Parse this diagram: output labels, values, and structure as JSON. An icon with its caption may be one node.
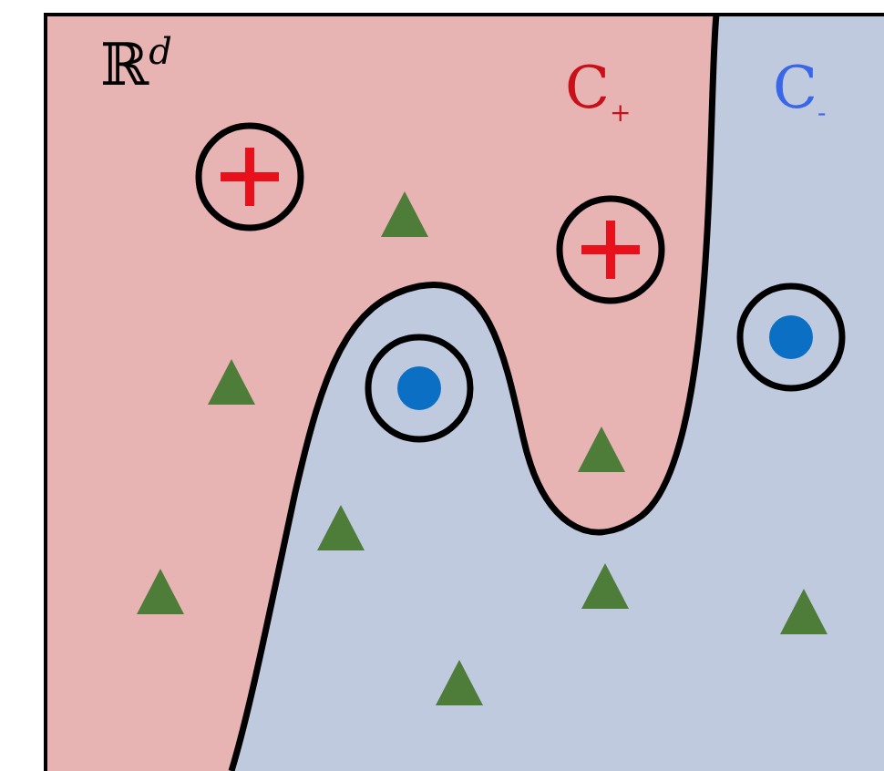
{
  "diagram": {
    "labels": [
      "ℝ$^{d}$",
      "C$_{+}$",
      "C$_{-}$"
    ]
  }
}
